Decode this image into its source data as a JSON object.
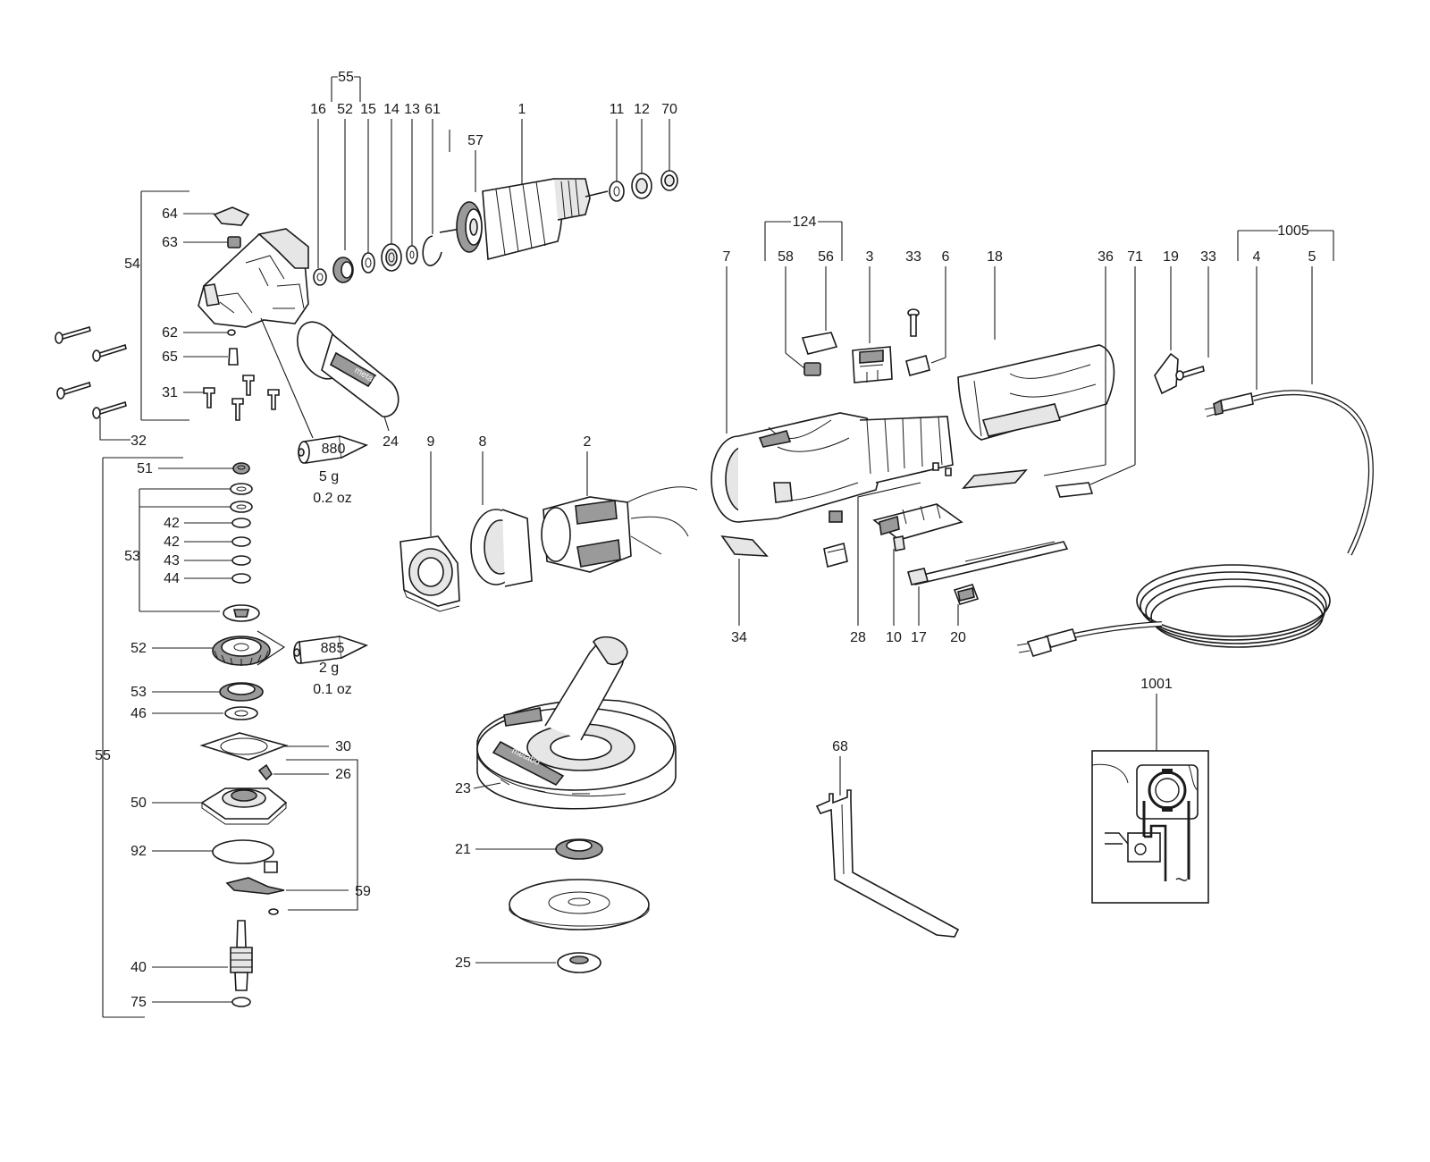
{
  "labels": {
    "p55_top": "55",
    "p16": "16",
    "p52_top": "52",
    "p15": "15",
    "p14": "14",
    "p13": "13",
    "p61": "61",
    "p1": "1",
    "p57": "57",
    "p11": "11",
    "p12": "12",
    "p70": "70",
    "p64": "64",
    "p63": "63",
    "p54": "54",
    "p62": "62",
    "p65": "65",
    "p31": "31",
    "p32": "32",
    "p24": "24",
    "p880": "880",
    "p880_w1": "5 g",
    "p880_w2": "0.2 oz",
    "p124": "124",
    "p58": "58",
    "p56": "56",
    "p3": "3",
    "p33a": "33",
    "p6": "6",
    "p18": "18",
    "p36": "36",
    "p71": "71",
    "p19": "19",
    "p33b": "33",
    "p1005": "1005",
    "p4": "4",
    "p5": "5",
    "p7": "7",
    "p9": "9",
    "p8": "8",
    "p2": "2",
    "p51": "51",
    "p53a": "53",
    "p42a": "42",
    "p42b": "42",
    "p43": "43",
    "p44": "44",
    "p52": "52",
    "p885": "885",
    "p885_w1": "2 g",
    "p885_w2": "0.1 oz",
    "p53b": "53",
    "p46": "46",
    "p30": "30",
    "p26": "26",
    "p50": "50",
    "p55_left": "55",
    "p92": "92",
    "p59": "59",
    "p40": "40",
    "p75": "75",
    "p34": "34",
    "p28": "28",
    "p10": "10",
    "p17": "17",
    "p20": "20",
    "p23": "23",
    "p21": "21",
    "p25": "25",
    "p68": "68",
    "p1001": "1001"
  },
  "logo_text": "metabo"
}
